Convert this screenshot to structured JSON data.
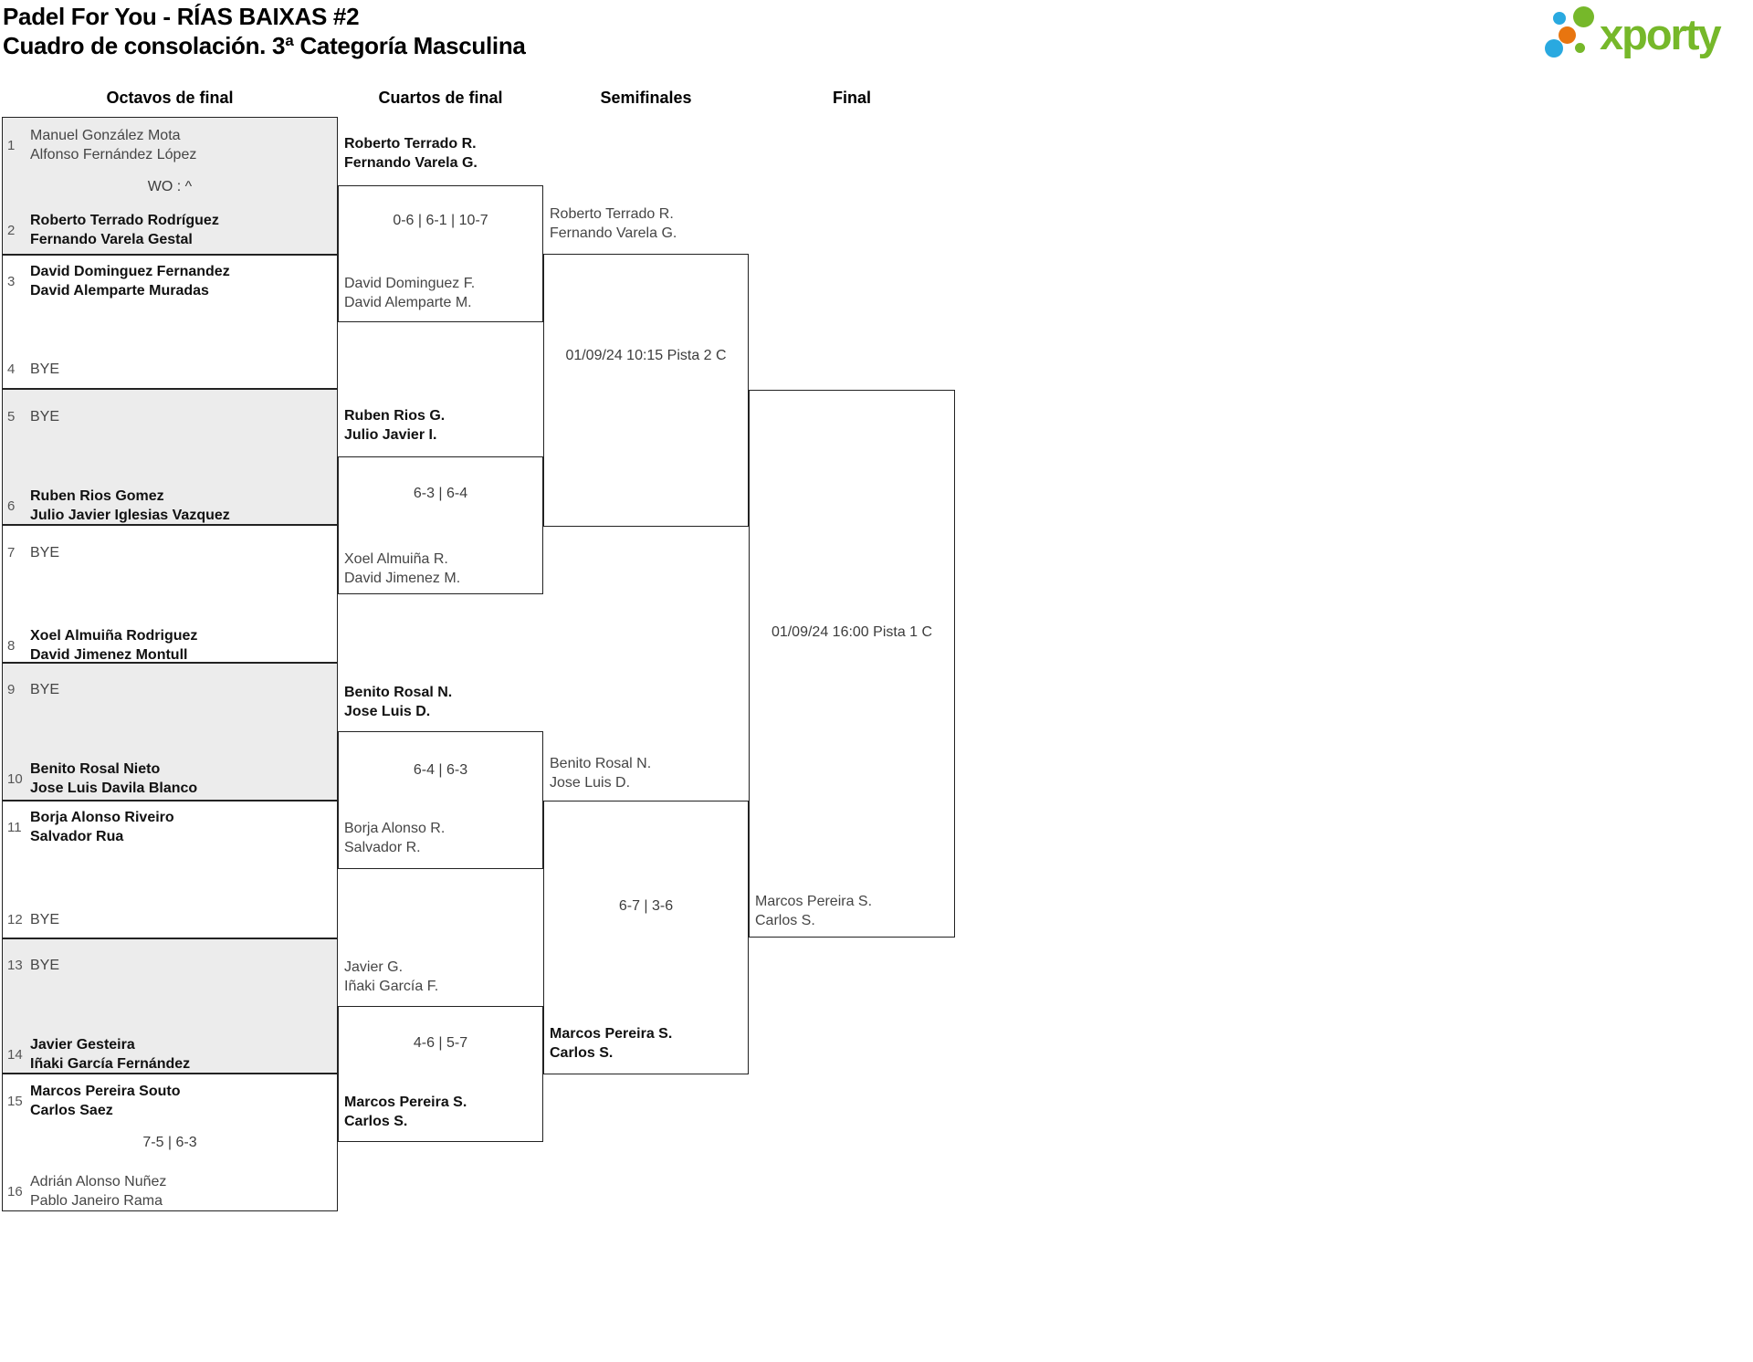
{
  "page": {
    "title": "Padel For You - RÍAS BAIXAS #2",
    "subtitle": "Cuadro de consolación. 3ª Categoría Masculina"
  },
  "logo": {
    "brand": "xporty",
    "colors": {
      "green": "#76b82a",
      "blue": "#29a9e0",
      "orange": "#e8750f"
    }
  },
  "rounds": [
    "Octavos de final",
    "Cuartos de final",
    "Semifinales",
    "Final"
  ],
  "r16": [
    {
      "score": "WO : ^",
      "top": {
        "seed": "1",
        "lines": [
          "Manuel González Mota",
          "Alfonso Fernández López"
        ],
        "winner": false
      },
      "bottom": {
        "seed": "2",
        "lines": [
          "Roberto Terrado Rodríguez",
          "Fernando Varela Gestal"
        ],
        "winner": true
      }
    },
    {
      "top": {
        "seed": "3",
        "lines": [
          "David Dominguez Fernandez",
          "David Alemparte Muradas"
        ],
        "winner": true
      },
      "bottom": {
        "seed": "4",
        "lines": [
          "BYE"
        ],
        "winner": false
      }
    },
    {
      "top": {
        "seed": "5",
        "lines": [
          "BYE"
        ],
        "winner": false
      },
      "bottom": {
        "seed": "6",
        "lines": [
          "Ruben Rios Gomez",
          "Julio Javier Iglesias Vazquez"
        ],
        "winner": true
      }
    },
    {
      "top": {
        "seed": "7",
        "lines": [
          "BYE"
        ],
        "winner": false
      },
      "bottom": {
        "seed": "8",
        "lines": [
          "Xoel Almuiña Rodriguez",
          "David Jimenez Montull"
        ],
        "winner": true
      }
    },
    {
      "top": {
        "seed": "9",
        "lines": [
          "BYE"
        ],
        "winner": false
      },
      "bottom": {
        "seed": "10",
        "lines": [
          "Benito Rosal Nieto",
          "Jose Luis Davila Blanco"
        ],
        "winner": true
      }
    },
    {
      "top": {
        "seed": "11",
        "lines": [
          "Borja Alonso Riveiro",
          "Salvador Rua"
        ],
        "winner": true
      },
      "bottom": {
        "seed": "12",
        "lines": [
          "BYE"
        ],
        "winner": false
      }
    },
    {
      "top": {
        "seed": "13",
        "lines": [
          "BYE"
        ],
        "winner": false
      },
      "bottom": {
        "seed": "14",
        "lines": [
          "Javier Gesteira",
          "Iñaki García Fernández"
        ],
        "winner": true
      }
    },
    {
      "score": "7-5 | 6-3",
      "top": {
        "seed": "15",
        "lines": [
          "Marcos Pereira Souto",
          "Carlos Saez"
        ],
        "winner": true
      },
      "bottom": {
        "seed": "16",
        "lines": [
          "Adrián Alonso Nuñez",
          "Pablo Janeiro Rama"
        ],
        "winner": false
      }
    }
  ],
  "quarterfinals": [
    {
      "top": {
        "lines": [
          "Roberto Terrado R.",
          "Fernando Varela G."
        ],
        "winner": true
      },
      "score": "0-6 | 6-1 | 10-7",
      "bottom": {
        "lines": [
          "David Dominguez F.",
          "David Alemparte M."
        ],
        "winner": false
      }
    },
    {
      "top": {
        "lines": [
          "Ruben Rios G.",
          "Julio Javier I."
        ],
        "winner": true
      },
      "score": "6-3 | 6-4",
      "bottom": {
        "lines": [
          "Xoel Almuiña R.",
          "David Jimenez M."
        ],
        "winner": false
      }
    },
    {
      "top": {
        "lines": [
          "Benito Rosal N.",
          "Jose Luis D."
        ],
        "winner": true
      },
      "score": "6-4 | 6-3",
      "bottom": {
        "lines": [
          "Borja Alonso R.",
          "Salvador R."
        ],
        "winner": false
      }
    },
    {
      "top": {
        "lines": [
          "Javier G.",
          "Iñaki García F."
        ],
        "winner": false
      },
      "score": "4-6 | 5-7",
      "bottom": {
        "lines": [
          "Marcos Pereira S.",
          "Carlos S."
        ],
        "winner": true
      }
    }
  ],
  "semifinals": [
    {
      "top": {
        "lines": [
          "Roberto Terrado R.",
          "Fernando Varela G."
        ],
        "winner": false
      },
      "info": "01/09/24 10:15 Pista 2 C"
    },
    {
      "top": {
        "lines": [
          "Benito Rosal N.",
          "Jose Luis D."
        ],
        "winner": false
      },
      "score": "6-7 | 3-6",
      "bottom": {
        "lines": [
          "Marcos Pereira S.",
          "Carlos S."
        ],
        "winner": true
      }
    }
  ],
  "final": {
    "info": "01/09/24 16:00 Pista 1 C",
    "bottom": {
      "lines": [
        "Marcos Pereira S.",
        "Carlos S."
      ],
      "winner": false
    }
  }
}
